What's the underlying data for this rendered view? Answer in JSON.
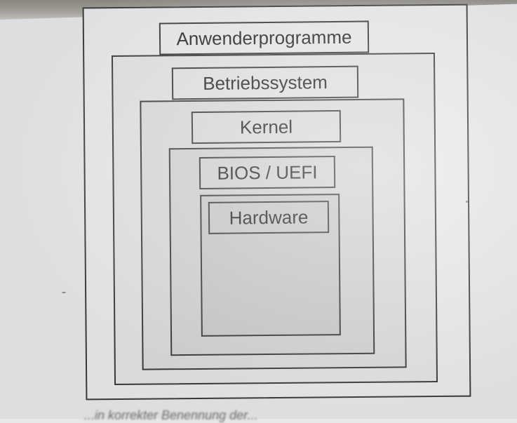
{
  "layers": {
    "applications": "Anwenderprogramme",
    "operating_system": "Betriebssystem",
    "kernel": "Kernel",
    "firmware": "BIOS / UEFI",
    "hardware": "Hardware"
  },
  "caption": "...in korrekter Benennung der..."
}
